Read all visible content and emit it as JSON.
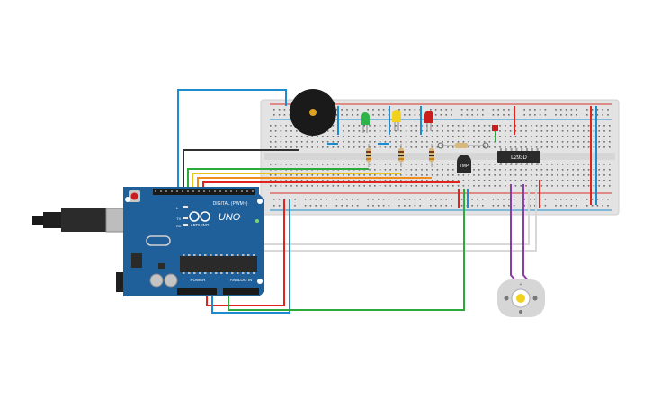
{
  "colors": {
    "board": "#1f5f9a",
    "board_dark": "#164a7a",
    "breadboard": "#e3e3e3",
    "breadboard_edge": "#cfcfcf",
    "hole": "#6e6e6e",
    "rail_red": "#d9302a",
    "rail_blue": "#1d8ccf",
    "wire_blue": "#1d8ccf",
    "wire_red": "#e0231c",
    "wire_green": "#2daa3c",
    "wire_yellow": "#e6c21a",
    "wire_orange": "#f08c1c",
    "wire_black": "#303030",
    "wire_white": "#d8d8d8",
    "wire_purple": "#8a3fa8",
    "led_green": "#2db34a",
    "led_yellow": "#f2d21e",
    "led_red": "#c81e1e",
    "chip": "#2a2a2a",
    "motor": "#d6d6d6"
  },
  "arduino": {
    "logo": "UNO",
    "brand": "ARDUINO",
    "header_digital": "DIGITAL (PWM~)",
    "header_power": "POWER",
    "header_analog": "ANALOG IN",
    "tx_label": "TX",
    "rx_label": "RX",
    "l_label": "L"
  },
  "components": {
    "driver_label": "L293D",
    "sensor_label": "TMP",
    "motor_label": "+"
  }
}
